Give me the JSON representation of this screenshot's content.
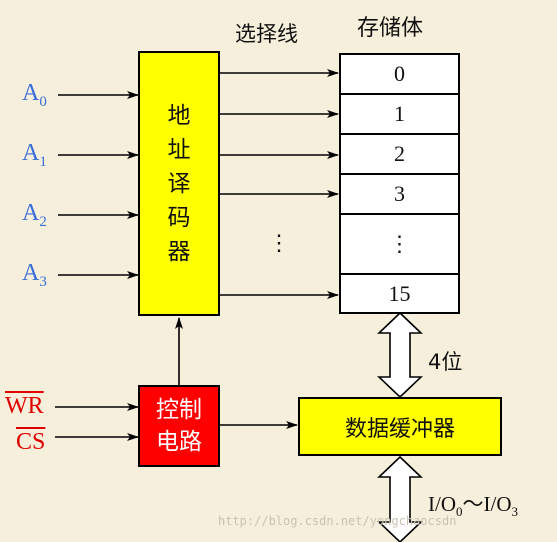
{
  "labels": {
    "select_lines": "选择线",
    "storage": "存储体",
    "width": "4位",
    "io_prefix": "I/O",
    "io_sub_start": "0",
    "io_sep": "～I/O",
    "io_sub_end": "3"
  },
  "address_inputs": [
    {
      "letter": "A",
      "sub": "0"
    },
    {
      "letter": "A",
      "sub": "1"
    },
    {
      "letter": "A",
      "sub": "2"
    },
    {
      "letter": "A",
      "sub": "3"
    }
  ],
  "decoder": {
    "chars": [
      "地",
      "址",
      "译",
      "码",
      "器"
    ]
  },
  "control": {
    "line1": "控制",
    "line2": "电路"
  },
  "signals": {
    "wr": "WR",
    "cs": "CS"
  },
  "buffer": {
    "label": "数据缓冲器"
  },
  "storage_cells": [
    "0",
    "1",
    "2",
    "3",
    "⋮",
    "15"
  ],
  "ellipsis": "⋮",
  "watermark": "http://blog.csdn.net/yongchaocsdn",
  "colors": {
    "decoder": "#ffff00",
    "control": "#ff0000",
    "address_text": "#3a6fd8",
    "signal_text": "#e00000"
  }
}
